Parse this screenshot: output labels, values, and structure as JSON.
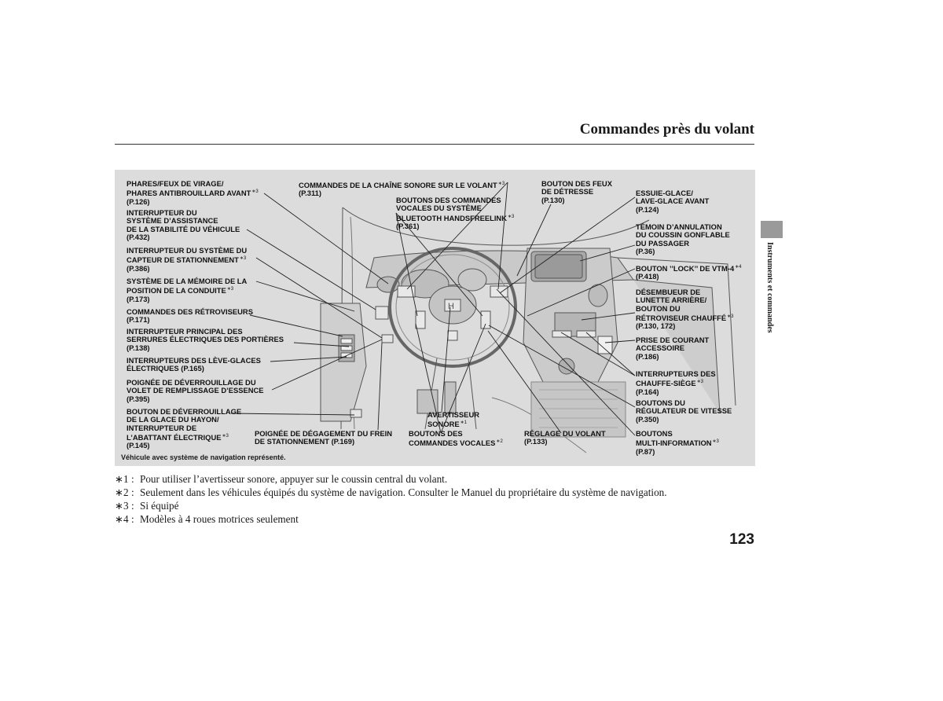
{
  "page": {
    "title": "Commandes près du volant",
    "side_tab": "Instruments et commandes",
    "page_number": "123",
    "caption": "Véhicule avec système de navigation représenté."
  },
  "labels": {
    "phares": {
      "lines": [
        "PHARES/FEUX DE VIRAGE/",
        "PHARES ANTIBROUILLARD AVANT"
      ],
      "mark": "∗3",
      "ref": "(P.126)"
    },
    "stabilite": {
      "lines": [
        "INTERRUPTEUR DU",
        "SYSTÈME D’ASSISTANCE",
        "DE LA STABILITÉ DU VÉHICULE"
      ],
      "ref": "(P.432)"
    },
    "capteur": {
      "lines": [
        "INTERRUPTEUR DU SYSTÈME DU",
        "CAPTEUR DE STATIONNEMENT"
      ],
      "mark": "∗3",
      "ref": "(P.386)"
    },
    "memoire": {
      "lines": [
        "SYSTÈME DE LA MÉMOIRE DE LA",
        "POSITION DE LA CONDUITE"
      ],
      "mark": "∗3",
      "ref": "(P.173)"
    },
    "retro": {
      "lines": [
        "COMMANDES DES RÉTROVISEURS"
      ],
      "ref": "(P.171)"
    },
    "serrures": {
      "lines": [
        "INTERRUPTEUR PRINCIPAL DES",
        "SERRURES ÉLECTRIQUES DES PORTIÈRES"
      ],
      "ref": "(P.138)"
    },
    "leve": {
      "lines": [
        "INTERRUPTEURS DES LÈVE-GLACES",
        "ÉLECTRIQUES (P.165)"
      ]
    },
    "essence": {
      "lines": [
        "POIGNÉE DE DÉVERROUILLAGE DU",
        "VOLET DE REMPLISSAGE D’ESSENCE"
      ],
      "ref": "(P.395)"
    },
    "hayon": {
      "lines": [
        "BOUTON DE DÉVERROUILLAGE",
        "DE LA GLACE DU HAYON/",
        "INTERRUPTEUR DE",
        "L’ABATTANT ÉLECTRIQUE"
      ],
      "mark": "∗3",
      "ref": "(P.145)"
    },
    "frein": {
      "lines": [
        "POIGNÉE DE DÉGAGEMENT DU FREIN",
        "DE STATIONNEMENT (P.169)"
      ]
    },
    "sonore": {
      "lines": [
        "COMMANDES DE LA CHAÎNE SONORE SUR LE VOLANT"
      ],
      "mark": "∗3",
      "ref": "(P.311)"
    },
    "bluetooth": {
      "lines": [
        "BOUTONS DES COMMANDES",
        "VOCALES DU SYSTÈME",
        "BLUETOOTH HANDSFREELINK"
      ],
      "mark": "∗3",
      "ref": "(P.361)"
    },
    "avertisseur": {
      "lines": [
        "AVERTISSEUR",
        "SONORE"
      ],
      "mark": "∗1"
    },
    "vocales": {
      "lines": [
        "BOUTONS DES",
        "COMMANDES VOCALES"
      ],
      "mark": "∗2"
    },
    "feux": {
      "lines": [
        "BOUTON DES FEUX",
        "DE DÉTRESSE"
      ],
      "ref": "(P.130)"
    },
    "reglage": {
      "lines": [
        "RÉGLAGE DU VOLANT"
      ],
      "ref": "(P.133)"
    },
    "essuie": {
      "lines": [
        "ESSUIE-GLACE/",
        "LAVE-GLACE AVANT"
      ],
      "ref": "(P.124)"
    },
    "temoin": {
      "lines": [
        "TÉMOIN D’ANNULATION",
        "DU COUSSIN GONFLABLE",
        "DU PASSAGER"
      ],
      "ref": "(P.36)"
    },
    "lock": {
      "lines": [
        "BOUTON ’’LOCK’’ DE VTM-4"
      ],
      "mark": "∗4",
      "ref": "(P.418)"
    },
    "desembueur": {
      "lines": [
        "DÉSEMBUEUR DE",
        "LUNETTE ARRIÈRE/",
        "BOUTON DU",
        "RÉTROVISEUR CHAUFFÉ"
      ],
      "mark": "∗3",
      "ref": "(P.130, 172)"
    },
    "prise": {
      "lines": [
        "PRISE DE COURANT",
        "ACCESSOIRE"
      ],
      "ref": "(P.186)"
    },
    "chauffe": {
      "lines": [
        "INTERRUPTEURS DES",
        "CHAUFFE-SIÈGE"
      ],
      "mark": "∗3",
      "ref": "(P.164)"
    },
    "regulateur": {
      "lines": [
        "BOUTONS DU",
        "RÉGULATEUR DE VITESSE"
      ],
      "ref": "(P.350)"
    },
    "multi": {
      "lines": [
        "BOUTONS",
        "MULTI-INFORMATION"
      ],
      "mark": "∗3",
      "ref": "(P.87)"
    }
  },
  "notes": [
    {
      "mark": "∗1 :",
      "text": "Pour utiliser l’avertisseur sonore, appuyer sur le coussin central du volant."
    },
    {
      "mark": "∗2 :",
      "text": "Seulement dans les véhicules équipés du système de navigation. Consulter le Manuel du propriétaire du système de navigation."
    },
    {
      "mark": "∗3 :",
      "text": "Si équipé"
    },
    {
      "mark": "∗4 :",
      "text": "Modèles à 4 roues motrices seulement"
    }
  ]
}
